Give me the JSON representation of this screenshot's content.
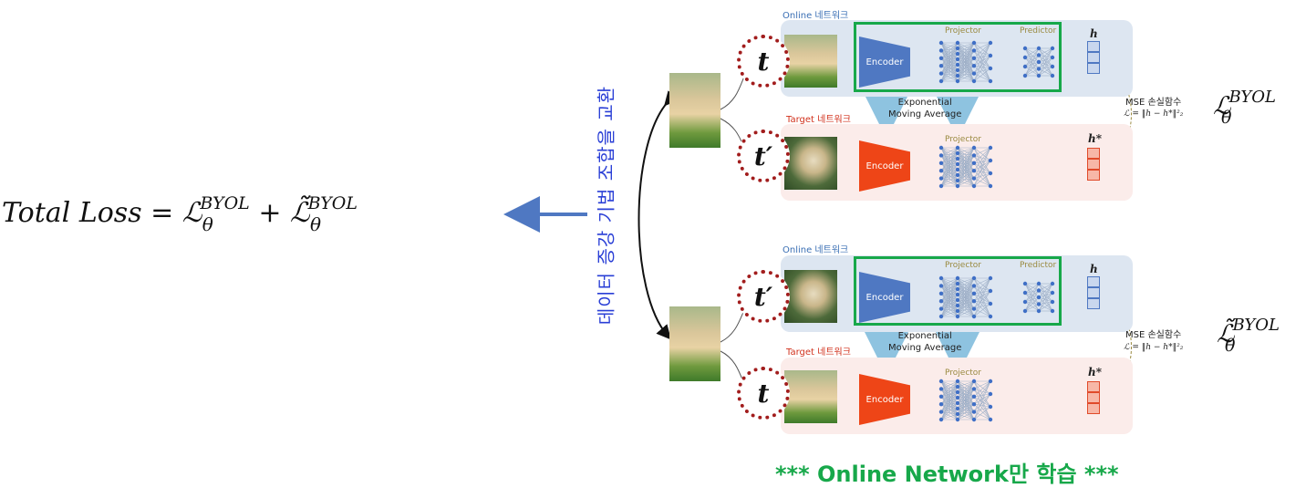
{
  "formula": {
    "lhs": "Total Loss = ",
    "term1_symbol": "ℒ",
    "term1_sup": "BYOL",
    "term1_sub": "θ",
    "plus": " + ",
    "term2_symbol": "ℒ̃",
    "term2_sup": "BYOL",
    "term2_sub": "θ"
  },
  "side_text": "데이터 증강 기법 조합을 교환",
  "top_block": {
    "online_label": "Online 네트워크",
    "target_label": "Target 네트워크",
    "t_online": "t",
    "t_target": "t′",
    "encoder_online": "Encoder",
    "encoder_target": "Encoder",
    "projector_online": "Projector",
    "predictor": "Predictor",
    "projector_target": "Projector",
    "ema_line1": "Exponential",
    "ema_line2": "Moving Average",
    "h_online": "h",
    "h_target": "h*",
    "mse_title": "MSE 손실함수",
    "mse_formula": "ℒ = ‖h − h*‖²₂",
    "loss_symbol": "ℒ",
    "loss_sup": "BYOL",
    "loss_sub": "θ"
  },
  "bottom_block": {
    "online_label": "Online 네트워크",
    "target_label": "Target 네트워크",
    "t_online": "t′",
    "t_target": "t",
    "encoder_online": "Encoder",
    "encoder_target": "Encoder",
    "projector_online": "Projector",
    "predictor": "Predictor",
    "projector_target": "Projector",
    "ema_line1": "Exponential",
    "ema_line2": "Moving Average",
    "h_online": "h",
    "h_target": "h*",
    "mse_title": "MSE 손실함수",
    "mse_formula": "ℒ = ‖h − h*‖²₂",
    "loss_symbol": "ℒ̃",
    "loss_sup": "BYOL",
    "loss_sub": "θ"
  },
  "footer_text": "*** Online Network만 학습 ***",
  "colors": {
    "online_accent": "#4f78c2",
    "target_accent": "#ee4517",
    "highlight_green": "#17a84a",
    "side_text_blue": "#2a3fd6",
    "t_circle_red": "#a21d1d"
  }
}
